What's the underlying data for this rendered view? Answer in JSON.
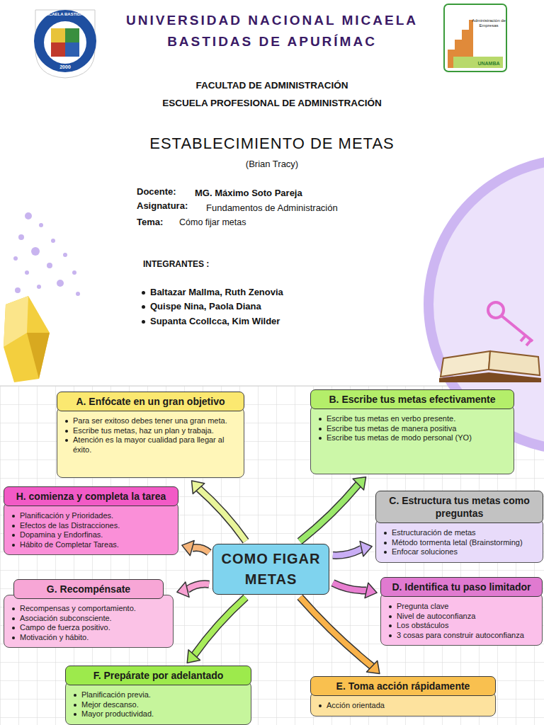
{
  "diagram": {
    "title": "UNIVERSIDAD NACIONAL MICAELA BASTIDAS DE APURÍMAC",
    "nodes": [
      {
        "text": [
          "A. Enfócate  en un gran objetivo",
          "Para ser exitoso debes tener una gran meta.",
          "Escribe tus metas, haz un plan y trabaja.",
          "Atención es la mayor cualidad para llegar al éxito."
        ]
      },
      {
        "text": [
          "B. Escribe tus metas efectivamente",
          "Escribe tus metas en verbo presente.",
          "Escribe tus metas de manera positiva",
          "Escribe tus metas de modo personal (YO)"
        ]
      },
      {
        "text": [
          "H. comienza y completa la tarea",
          "Planificación y Prioridades.",
          "Efectos de las Distracciones.",
          "Dopamina y Endorfinas.",
          "Hábito de Completar Tareas."
        ]
      },
      {
        "text": [
          "C. Estructura tus metas como preguntas",
          "Estructuración de metas",
          "Método tormenta letal (Brainstorming)",
          "Enfocar soluciones"
        ]
      },
      {
        "text": [
          "COMO FIGAR METAS"
        ]
      },
      {
        "text": [
          "G. Recompénsate",
          "Recompensas y comportamiento.",
          "Asociación subconsciente.",
          "Campo de fuerza positivo.",
          "Motivación y hábito."
        ]
      },
      {
        "text": [
          "D. Identifica tu paso limitador",
          "Pregunta clave",
          "Nivel de autoconfianza",
          "Los obstáculos",
          "3 cosas para construir autoconfianza"
        ]
      },
      {
        "text": [
          "F. Prepárate por adelantado",
          "Planificación previa.",
          "Mejor descanso.",
          "Mayor productividad."
        ]
      },
      {
        "text": [
          "E. Toma acción rápidamente",
          "Acción orientada"
        ]
      }
    ],
    "edges": [
      {
        "from": 4,
        "to": 0,
        "arrow": "to"
      },
      {
        "from": 4,
        "to": 1,
        "arrow": "to"
      },
      {
        "from": 4,
        "to": 2,
        "arrow": "to"
      },
      {
        "from": 4,
        "to": 3,
        "arrow": "to"
      },
      {
        "from": 4,
        "to": 5,
        "arrow": "to"
      },
      {
        "from": 4,
        "to": 6,
        "arrow": "to"
      },
      {
        "from": 4,
        "to": 7,
        "arrow": "to"
      },
      {
        "from": 4,
        "to": 8,
        "arrow": "to"
      }
    ],
    "labels": [
      "MICAELA BASTIDAS",
      "2000",
      "Administración de Empresas",
      "UNAMBA",
      "FACULTAD DE ADMINISTRACIÓN",
      "ESCUELA PROFESIONAL DE ADMINISTRACIÓN",
      "ESTABLECIMIENTO DE METAS",
      "(Brian Tracy)",
      "Docente:",
      "MG. Máximo Soto Pareja",
      "Asignatura:",
      "Fundamentos de Administración",
      "Tema:",
      "Cómo fijar metas",
      "INTEGRANTES :",
      "Baltazar Mallma, Ruth Zenovia",
      "Quispe Nina, Paola Diana",
      "Supanta Ccollcca, Kim Wilder"
    ]
  }
}
